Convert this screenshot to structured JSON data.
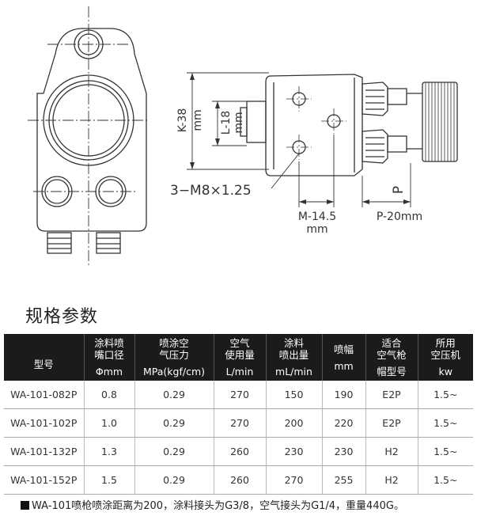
{
  "drawing": {
    "k_label": "K-38",
    "k_unit": "mm",
    "l_label": "L-18",
    "l_unit": "mm",
    "thread_label": "3−M8×1.25",
    "p_label": "P",
    "m_label": "M-14.5",
    "m_unit": "mm",
    "p_dim_label": "P-20mm"
  },
  "spec": {
    "title": "规格参数",
    "headers": [
      {
        "lines": [
          "型号"
        ],
        "unit": ""
      },
      {
        "lines": [
          "涂料喷",
          "嘴口径"
        ],
        "unit": "Φmm"
      },
      {
        "lines": [
          "喷涂空",
          "气压力"
        ],
        "unit": "MPa(kgf/cm)"
      },
      {
        "lines": [
          "空气",
          "使用量"
        ],
        "unit": "L/min"
      },
      {
        "lines": [
          "涂料",
          "喷出量"
        ],
        "unit": "mL/min"
      },
      {
        "lines": [
          "喷幅"
        ],
        "unit": "mm"
      },
      {
        "lines": [
          "适合",
          "空气枪"
        ],
        "unit": "帽型号"
      },
      {
        "lines": [
          "所用",
          "空压机"
        ],
        "unit": "kw"
      }
    ],
    "rows": [
      [
        "WA-101-082P",
        "0.8",
        "0.29",
        "270",
        "150",
        "190",
        "E2P",
        "1.5~"
      ],
      [
        "WA-101-102P",
        "1.0",
        "0.29",
        "270",
        "200",
        "220",
        "E2P",
        "1.5~"
      ],
      [
        "WA-101-132P",
        "1.3",
        "0.29",
        "260",
        "230",
        "230",
        "H2",
        "1.5~"
      ],
      [
        "WA-101-152P",
        "1.5",
        "0.29",
        "260",
        "270",
        "255",
        "H2",
        "1.5~"
      ]
    ]
  },
  "note": "WA-101喷枪喷涂距离为200，涂料接头为G3/8，空气接头为G1/4，重量440G。"
}
